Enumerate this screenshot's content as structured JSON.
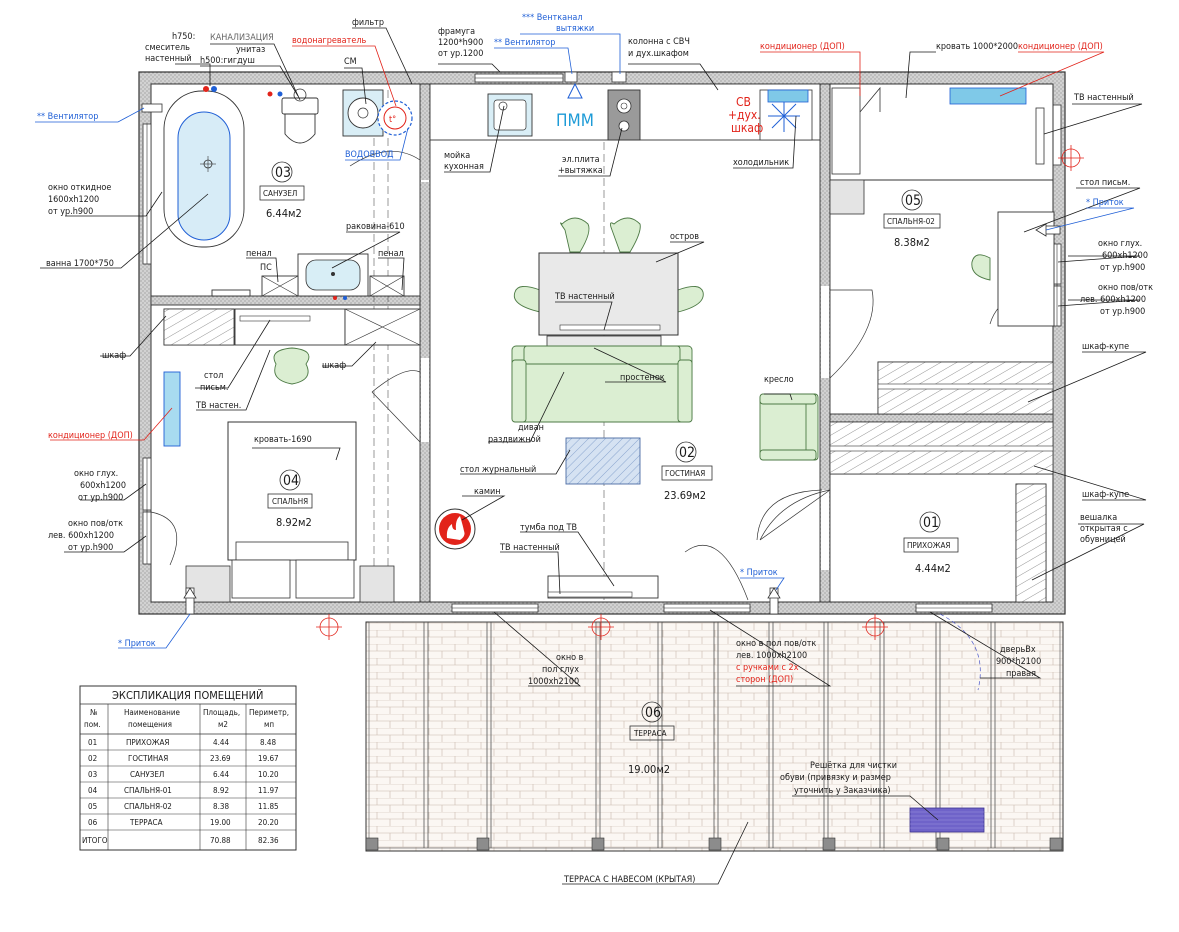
{
  "rooms": [
    {
      "id": "01",
      "name": "ПРИХОЖАЯ",
      "area": "4.44м2"
    },
    {
      "id": "02",
      "name": "ГОСТИНАЯ",
      "area": "23.69м2"
    },
    {
      "id": "03",
      "name": "САНУЗЕЛ",
      "area": "6.44м2"
    },
    {
      "id": "04",
      "name": "СПАЛЬНЯ",
      "area": "8.92м2"
    },
    {
      "id": "05",
      "name": "СПАЛЬНЯ-02",
      "area": "8.38м2"
    },
    {
      "id": "06",
      "name": "ТЕРРАСА",
      "area": "19.00м2"
    }
  ],
  "labels": {
    "fan_left": "** Вентилятор",
    "mixer": [
      "h750:",
      "смеситель",
      "настенный"
    ],
    "sewer": "КАНАЛИЗАЦИЯ",
    "toilet": [
      "унитаз",
      "h500:гигдуш"
    ],
    "filter": "фильтр",
    "heater": "водонагреватель",
    "sm": "СМ",
    "water": "ВОДОВВОД",
    "transom": [
      "фрамуга",
      "1200*h900",
      "от ур.1200"
    ],
    "fan_top": "** Вентилятор",
    "vent": [
      "*** Вентканал",
      "вытяжки"
    ],
    "column": [
      "колонна с СВЧ",
      "и дух.шкафом"
    ],
    "ac_top1": "кондиционер (ДОП)",
    "bed_top": "кровать 1000*2000",
    "ac_top2": "кондиционер (ДОП)",
    "tv_wall_r": "ТВ настенный",
    "pmm": "ПММ",
    "oven_red": [
      "СВ",
      "+дух.",
      "шкаф"
    ],
    "sink_kitchen": [
      "мойка",
      "кухонная"
    ],
    "stove": [
      "эл.плита",
      "+вытяжка"
    ],
    "fridge": "холодильник",
    "window_bath": [
      "окно откидное",
      "1600xh1200",
      "от ур.h900"
    ],
    "bath": "ванна 1700*750",
    "washbasin": "раковина-610",
    "penal1": "пенал",
    "ps": "ПС",
    "penal2": "пенал",
    "island": "остров",
    "tv_wall_c": "ТВ настенный",
    "desk_r": "стол письм.",
    "supply_r": "* Приток",
    "window_r1": [
      "окно глух.",
      "600xh1200",
      "от ур.h900"
    ],
    "window_r2": [
      "окно пов/отк",
      "лев. 600xh1200",
      "от ур.h900"
    ],
    "wardrobe_l": "шкаф",
    "desk_l": [
      "стол",
      "письм."
    ],
    "tv_wall_l": "ТВ настен.",
    "wardrobe_c": "шкаф",
    "partition": "простенок",
    "armchair": "кресло",
    "sofa": [
      "диван",
      "раздвижной"
    ],
    "coupe1": "шкаф-купе",
    "coupe2": "шкаф-купе",
    "ac_left": "кондиционер (ДОП)",
    "bed_l": "кровать-1690",
    "table_coffee": "стол журнальный",
    "window_l1": [
      "окно глух.",
      "600xh1200",
      "от ур.h900"
    ],
    "window_l2": [
      "окно пов/отк",
      "лев. 600xh1200",
      "от ур.h900"
    ],
    "fireplace": "камин",
    "tv_stand": "тумба под ТВ",
    "tv_wall_b": "ТВ настенный",
    "hanger": [
      "вешалка",
      "открытая с",
      "обувницей"
    ],
    "supply_c": "* Приток",
    "supply_l": "* Приток",
    "win_floor1": [
      "окно в",
      "пол глух",
      "1000xh2100"
    ],
    "win_floor2": [
      "окно в пол пов/отк",
      "лев. 1000xh2100"
    ],
    "win_floor2_red": [
      "с ручками с 2х",
      "сторон (ДОП)"
    ],
    "door_in": [
      "дверьВх",
      "900*h2100",
      "правая"
    ],
    "grate": [
      "Решётка для чистки",
      "обуви (привязку и размер",
      "уточнить у Заказчика)"
    ],
    "terrace": "ТЕРРАСА С НАВЕСОМ (КРЫТАЯ)"
  },
  "table": {
    "title": "ЭКСПЛИКАЦИЯ ПОМЕЩЕНИЙ",
    "headers": [
      [
        "№",
        "пом."
      ],
      [
        "Наименование",
        "помещения"
      ],
      [
        "Площадь,",
        "м2"
      ],
      [
        "Периметр,",
        "мп"
      ]
    ],
    "rows": [
      [
        "01",
        "ПРИХОЖАЯ",
        "4.44",
        "8.48"
      ],
      [
        "02",
        "ГОСТИНАЯ",
        "23.69",
        "19.67"
      ],
      [
        "03",
        "САНУЗЕЛ",
        "6.44",
        "10.20"
      ],
      [
        "04",
        "СПАЛЬНЯ-01",
        "8.92",
        "11.97"
      ],
      [
        "05",
        "СПАЛЬНЯ-02",
        "8.38",
        "11.85"
      ],
      [
        "06",
        "ТЕРРАСА",
        "19.00",
        "20.20"
      ]
    ],
    "total": [
      "ИТОГО",
      "",
      "70.88",
      "82.36"
    ]
  },
  "colors": {
    "wall": "#c8c8c8",
    "green_furniture": "#dbeed2",
    "grate": "#6f63c9",
    "red": "#e2231a",
    "blue": "#1f5fd6",
    "ac": "#7fc9e8"
  }
}
